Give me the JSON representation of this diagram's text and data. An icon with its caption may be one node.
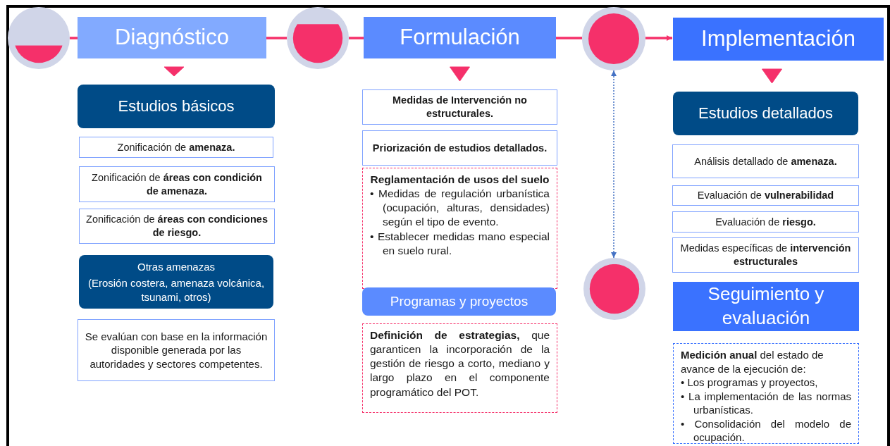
{
  "diagram": {
    "nodes": [
      {
        "text": [],
        "shape": "circle"
      },
      {
        "text": [
          "Diagnóstico"
        ]
      },
      {
        "text": [],
        "shape": "circle"
      },
      {
        "text": [
          "Formulación"
        ]
      },
      {
        "text": [],
        "shape": "circle"
      },
      {
        "text": [
          "Implementación"
        ]
      },
      {
        "text": [
          "Estudios básicos"
        ]
      },
      {
        "text": [
          "Zonificación de **amenaza.**"
        ]
      },
      {
        "text": [
          "Zonificación de **áreas con condición de amenaza.**"
        ]
      },
      {
        "text": [
          "Zonificación de **áreas con condiciones de riesgo.**"
        ]
      },
      {
        "text": [
          "Otras amenazas",
          "(Erosión costera, amenaza volcánica, tsunami, otros)"
        ]
      },
      {
        "text": [
          "Se evalúan con base en la información disponible generada por las autoridades y sectores competentes."
        ]
      },
      {
        "text": [
          "Medidas de Intervención no estructurales."
        ]
      },
      {
        "text": [
          "Priorización de estudios detallados."
        ]
      },
      {
        "text": [
          "Reglamentación de usos del suelo",
          "• Medidas de regulación urbanística (ocupación, alturas, densidades) según el tipo de evento.",
          "• Establecer medidas mano especial en suelo rural."
        ]
      },
      {
        "text": [
          "Programas y proyectos"
        ]
      },
      {
        "text": [
          "**Definición de estrategias,** que garanticen la incorporación de la gestión de riesgo a corto, mediano y largo plazo en el componente programático del POT."
        ]
      },
      {
        "text": [
          "Estudios detallados"
        ]
      },
      {
        "text": [
          "Análisis detallado de **amenaza.**"
        ]
      },
      {
        "text": [
          "Evaluación de **vulnerabilidad**"
        ]
      },
      {
        "text": [
          "Evaluación de **riesgo.**"
        ]
      },
      {
        "text": [
          "Medidas específicas de **intervención estructurales**"
        ]
      },
      {
        "text": [],
        "shape": "circle"
      },
      {
        "text": [
          "Seguimiento y evaluación"
        ]
      },
      {
        "text": [
          "**Medición anual** del estado de avance de la ejecución de:",
          "• Los programas y proyectos,",
          "• La implementación de las normas urbanísticas.",
          "• Consolidación del modelo de ocupación."
        ]
      }
    ],
    "edges": [
      {
        "from": 0,
        "to": 1,
        "arrow": "none"
      },
      {
        "from": 1,
        "to": 2,
        "arrow": "none"
      },
      {
        "from": 2,
        "to": 3,
        "arrow": "none"
      },
      {
        "from": 3,
        "to": 4,
        "arrow": "none"
      },
      {
        "from": 4,
        "to": 5,
        "arrow": "to"
      },
      {
        "from": 4,
        "to": 22,
        "arrow": "both",
        "style": "dashed",
        "color": "#4472c4"
      },
      {
        "from": 1,
        "to": 6,
        "arrow": "to"
      },
      {
        "from": 3,
        "to": 12,
        "arrow": "to"
      },
      {
        "from": 5,
        "to": 17,
        "arrow": "to"
      }
    ]
  }
}
